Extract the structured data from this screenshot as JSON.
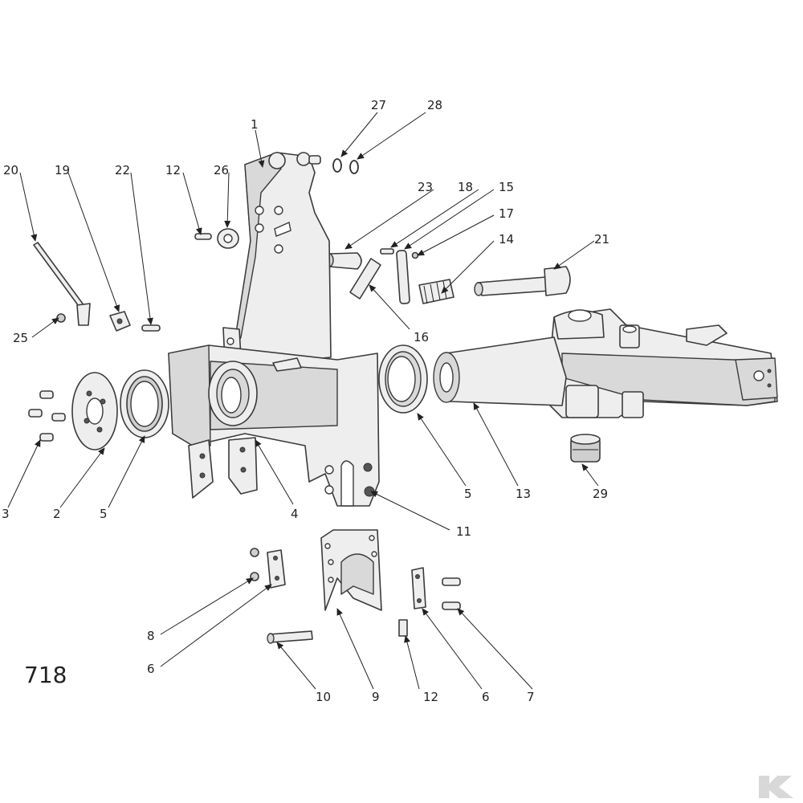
{
  "figure_number": "718",
  "callouts": {
    "c1": "1",
    "c2": "2",
    "c3": "3",
    "c4": "4",
    "c5a": "5",
    "c5b": "5",
    "c6a": "6",
    "c6b": "6",
    "c7": "7",
    "c8": "8",
    "c9": "9",
    "c10": "10",
    "c11": "11",
    "c12a": "12",
    "c12b": "12",
    "c13": "13",
    "c14": "14",
    "c15": "15",
    "c16": "16",
    "c17": "17",
    "c18": "18",
    "c19": "19",
    "c20": "20",
    "c21": "21",
    "c22": "22",
    "c23": "23",
    "c25": "25",
    "c26": "26",
    "c27": "27",
    "c28": "28",
    "c29": "29"
  },
  "brand_logo": "K"
}
